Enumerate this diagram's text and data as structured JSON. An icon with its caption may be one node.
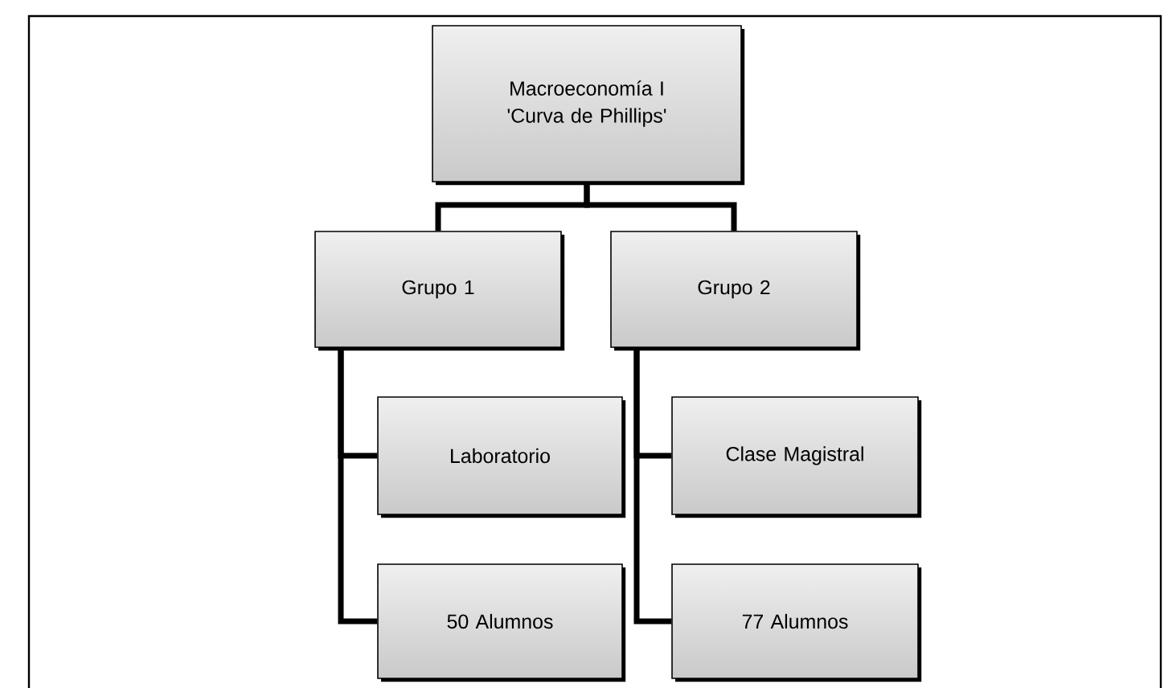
{
  "diagram": {
    "nodes": [
      {
        "text": [
          "Macroeconomía I 'Curva de Phillips'"
        ]
      },
      {
        "text": [
          "Grupo 1"
        ]
      },
      {
        "text": [
          "Grupo 2"
        ]
      },
      {
        "text": [
          "Laboratorio"
        ]
      },
      {
        "text": [
          "50 Alumnos"
        ]
      },
      {
        "text": [
          "Clase Magistral"
        ]
      },
      {
        "text": [
          "77 Alumnos"
        ]
      }
    ],
    "edges": [
      {
        "from": 0,
        "to": 1,
        "arrow": "none"
      },
      {
        "from": 0,
        "to": 2,
        "arrow": "none"
      },
      {
        "from": 1,
        "to": 3,
        "arrow": "none"
      },
      {
        "from": 1,
        "to": 4,
        "arrow": "none"
      },
      {
        "from": 2,
        "to": 5,
        "arrow": "none"
      },
      {
        "from": 2,
        "to": 6,
        "arrow": "none"
      }
    ]
  }
}
